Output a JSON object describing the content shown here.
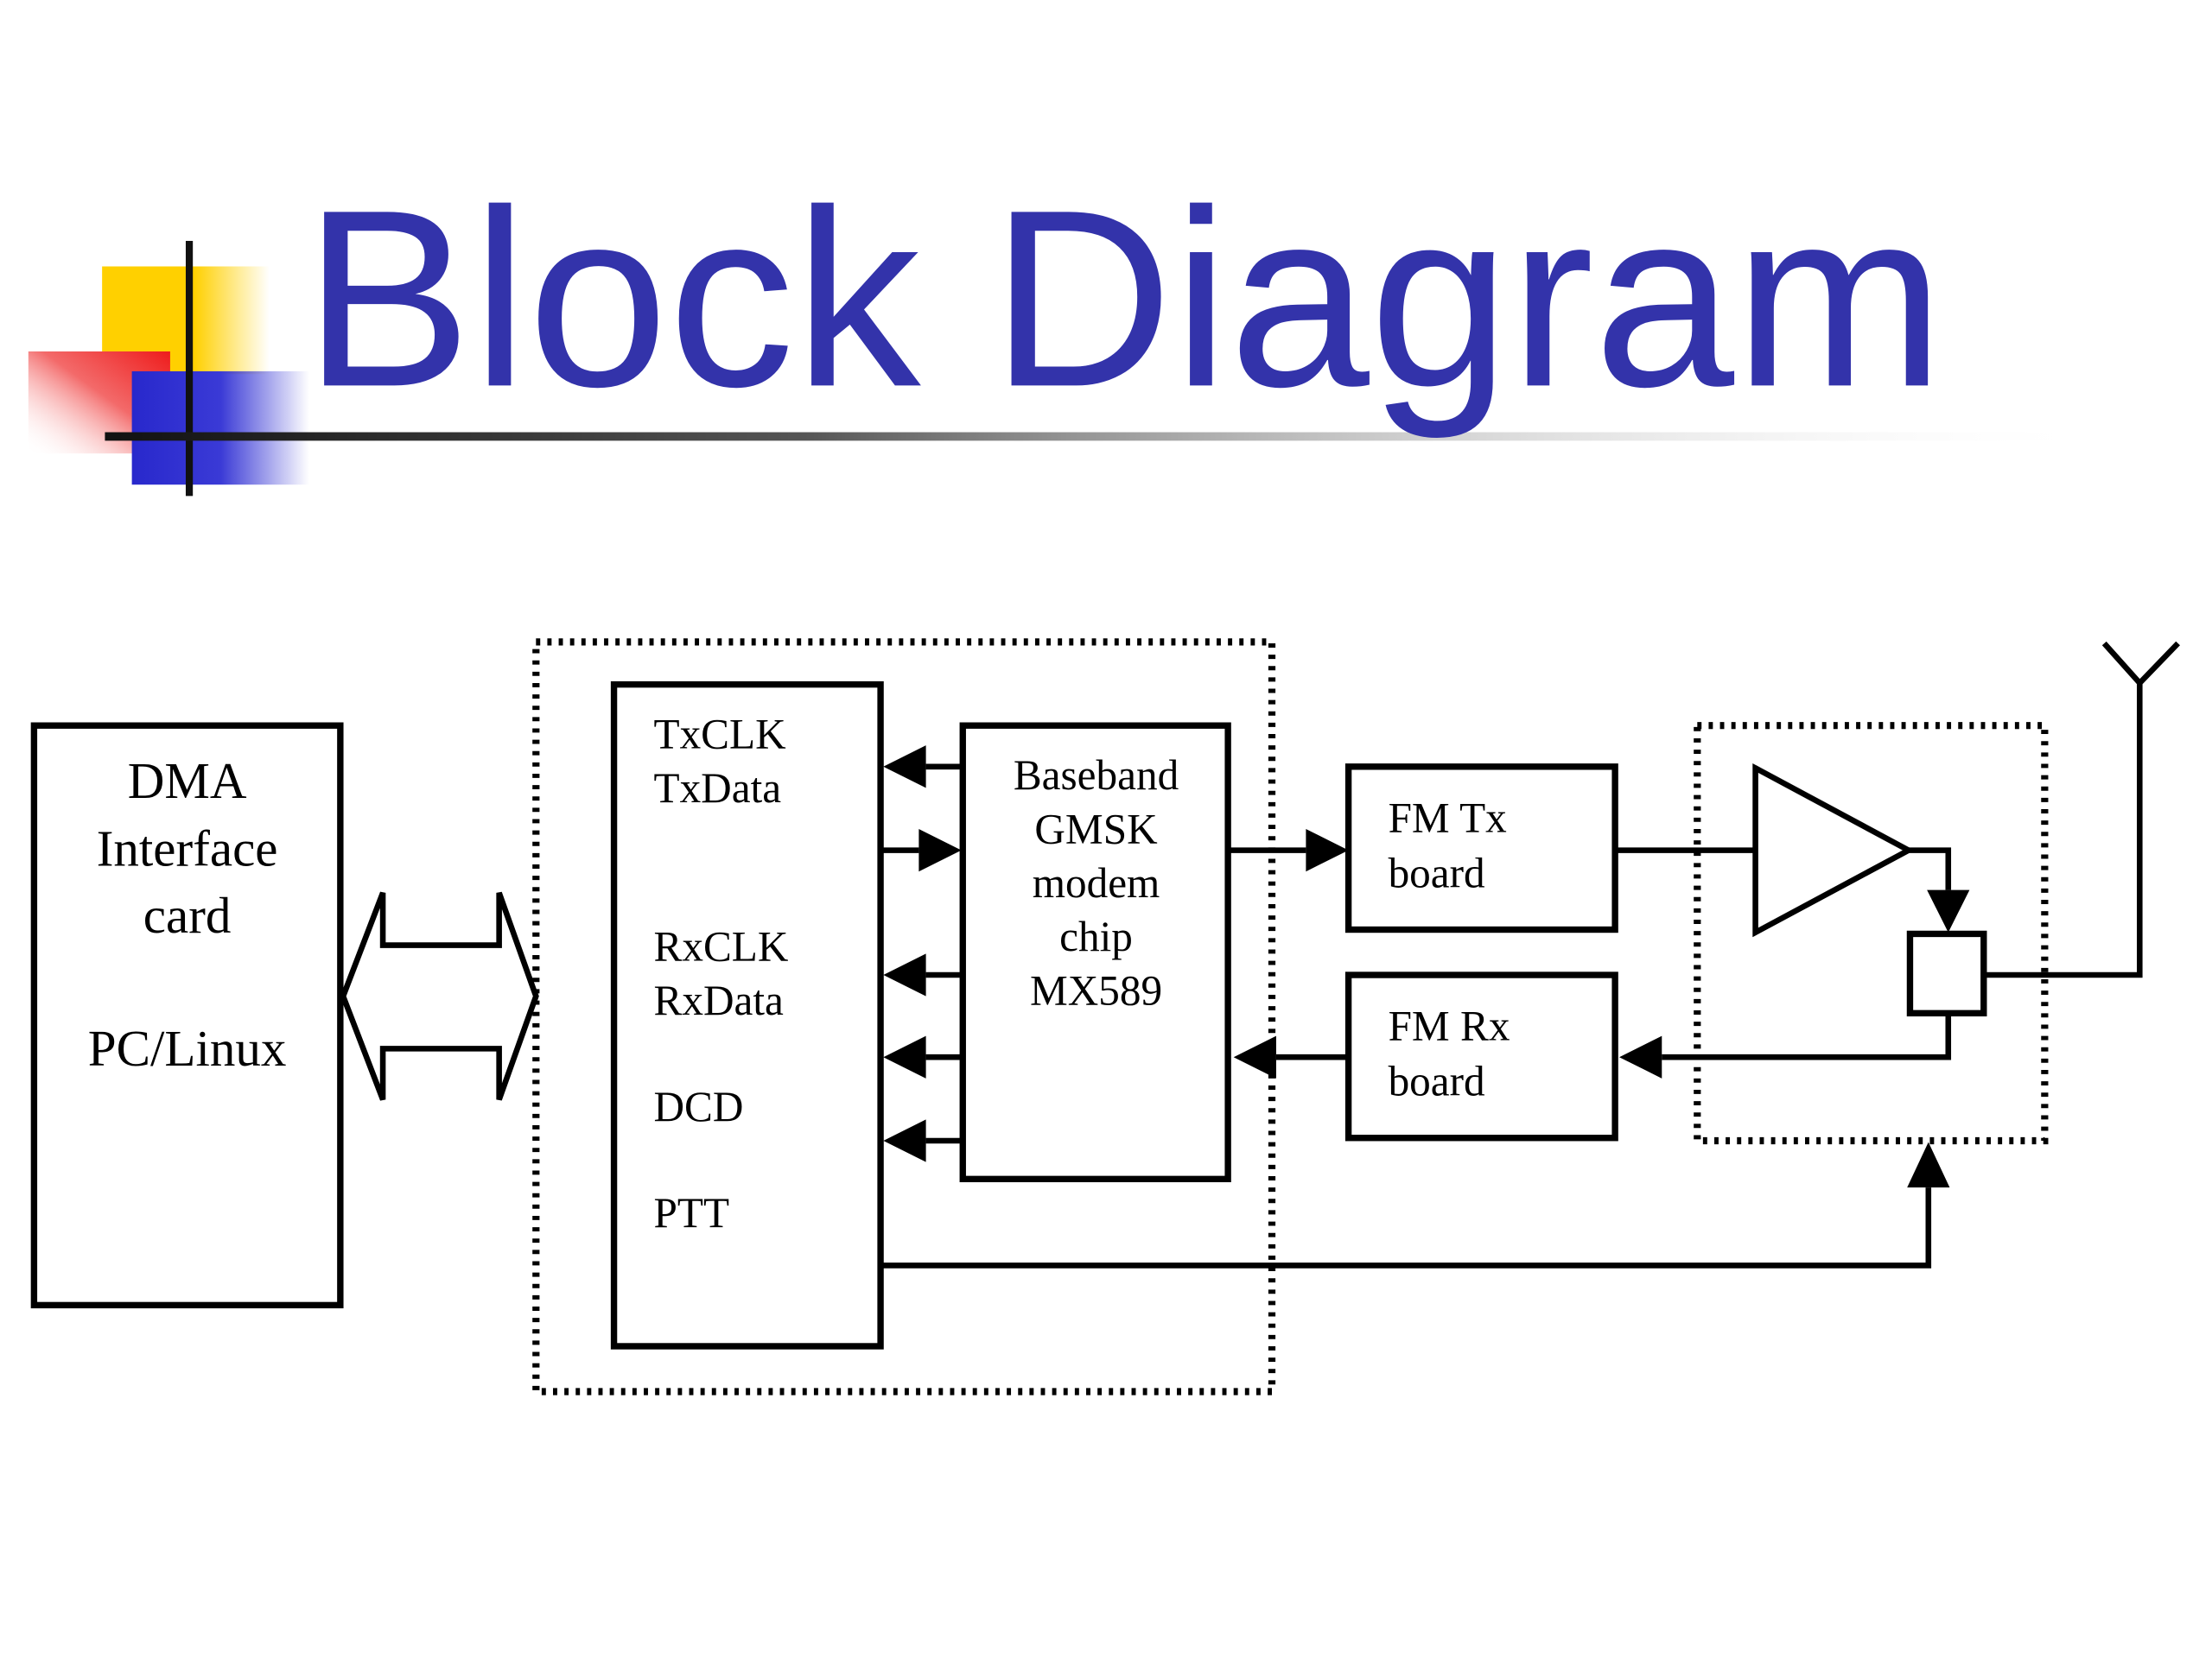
{
  "slide": {
    "title": "Block Diagram",
    "title_color": "#3333aa"
  },
  "diagram": {
    "pc_card": {
      "line1": "DMA",
      "line2": "Interface",
      "line3": "card",
      "line4": "PC/Linux"
    },
    "interface_signals": {
      "txclk": "TxCLK",
      "txdata": "TxData",
      "rxclk": "RxCLK",
      "rxdata": "RxData",
      "dcd": "DCD",
      "ptt": "PTT"
    },
    "modem": {
      "line1": "Baseband",
      "line2": "GMSK",
      "line3": "modem",
      "line4": "chip",
      "line5": "MX589"
    },
    "fm_tx": {
      "line1": "FM Tx",
      "line2": "board"
    },
    "fm_rx": {
      "line1": "FM Rx",
      "line2": "board"
    }
  }
}
